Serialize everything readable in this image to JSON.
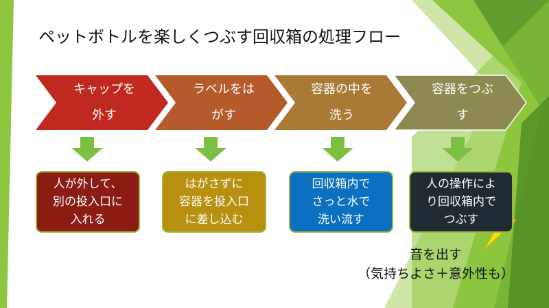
{
  "title": "ペットボトルを楽しくつぶす回収箱の処理フロー",
  "colors": {
    "green_dark": "#5f9e2a",
    "green_light": "#8dc63f",
    "arrow_down": "#7cc043",
    "box_border": "#9ab83a"
  },
  "steps": [
    {
      "line1": "キャップを",
      "line2": "外す",
      "color": "#c0291f"
    },
    {
      "line1": "ラベルをは",
      "line2": "がす",
      "color": "#b55a2a"
    },
    {
      "line1": "容器の中を",
      "line2": "洗う",
      "color": "#a87a35"
    },
    {
      "line1": "容器をつぶ",
      "line2": "す",
      "color": "#8c8a52"
    }
  ],
  "results": [
    {
      "text": "人が外して、\n別の投入口に\n入れる",
      "color": "#8b1c14"
    },
    {
      "text": "はがさずに\n容器を投入口\nに差し込む",
      "color": "#b8900f"
    },
    {
      "text": "回収箱内で\nさっと水で\n洗い流す",
      "color": "#0b70c0"
    },
    {
      "text": "人の操作によ\nり回収箱内で\nつぶす",
      "color": "#1f2a33"
    }
  ],
  "note": "音を出す\n（気持ちよさ＋意外性も）",
  "lightning_icon": "lightning-bolt-icon"
}
